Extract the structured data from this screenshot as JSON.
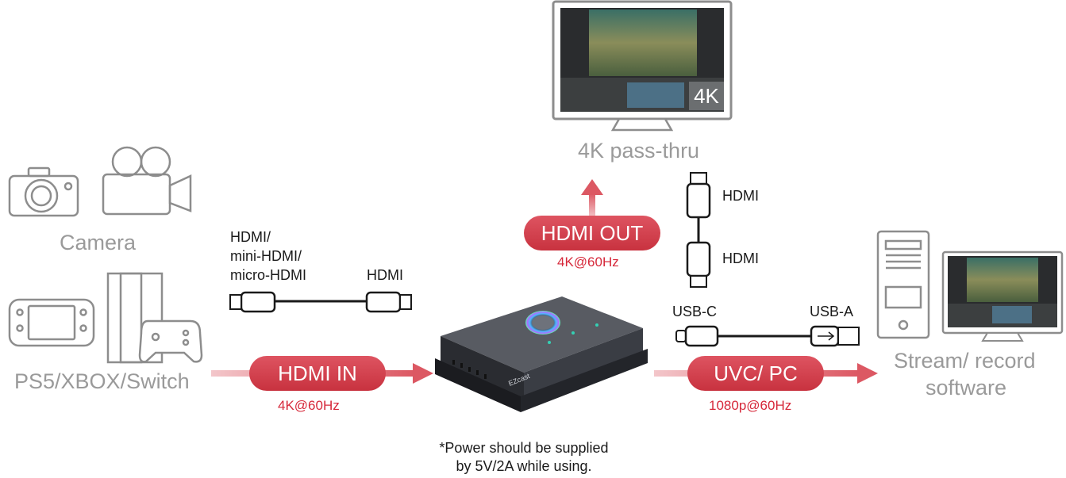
{
  "labels": {
    "camera": "Camera",
    "consoles": "PS5/XBOX/Switch",
    "passthru": "4K pass-thru",
    "stream_line1": "Stream/ record",
    "stream_line2": "software",
    "monitor_badge": "4K"
  },
  "cables": {
    "in_left_line1": "HDMI/",
    "in_left_line2": "mini-HDMI/",
    "in_left_line3": "micro-HDMI",
    "in_right": "HDMI",
    "out_top": "HDMI",
    "out_bottom": "HDMI",
    "usb_left": "USB-C",
    "usb_right": "USB-A"
  },
  "flows": {
    "hdmi_in": {
      "label": "HDMI IN",
      "spec": "4K@60Hz"
    },
    "hdmi_out": {
      "label": "HDMI OUT",
      "spec": "4K@60Hz"
    },
    "uvc_pc": {
      "label": "UVC/ PC",
      "spec": "1080p@60Hz"
    }
  },
  "device_logo": "EZcast",
  "note_line1": "*Power should be supplied",
  "note_line2": "by 5V/2A while using.",
  "colors": {
    "accent_red": "#d6283a",
    "pill": "#d33c49",
    "grey": "#9a9a9a",
    "arrow": "#e06a73"
  }
}
